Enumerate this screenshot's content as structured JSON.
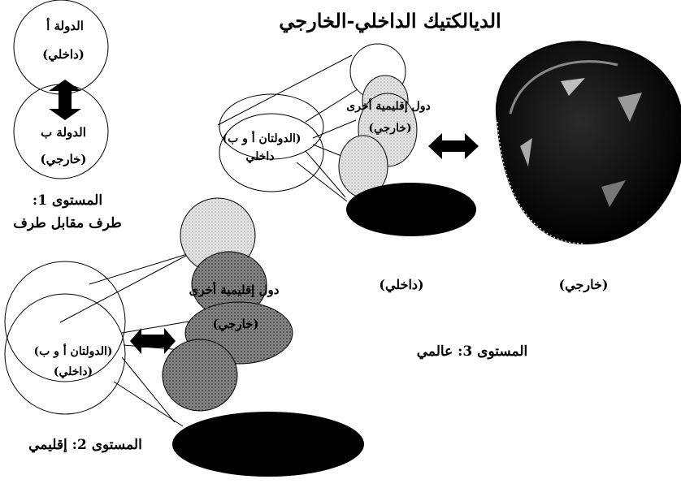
{
  "title": "الديالكتيك الداخلي-الخارجي",
  "level1": {
    "state_a": "الدولة أ",
    "state_a_sub": "(داخلي)",
    "state_b": "الدولة ب",
    "state_b_sub": "(خارجي)",
    "caption_line1": "المستوى 1:",
    "caption_line2": "طرف مقابل طرف"
  },
  "level2": {
    "core_line1": "(الدولتان أ و ب)",
    "core_line2": "(داخلي)",
    "others_line1": "دول إقليمية أخرى",
    "others_line2": "(خارجي)",
    "caption": "المستوى 2: إقليمي"
  },
  "level3": {
    "core_line1": "(الدولتان أ و ب)",
    "core_line2": "داخلي",
    "others_line1": "دول إقليمية أخرى",
    "others_line2": "(خارجي)",
    "label_internal": "(داخلي)",
    "label_external": "(خارجي)",
    "caption": "المستوى 3: عالمي"
  },
  "colors": {
    "ink": "#000000",
    "stipple_light": "#d9d9d9",
    "stipple_dark": "#7a7a7a",
    "paper": "#ffffff"
  }
}
